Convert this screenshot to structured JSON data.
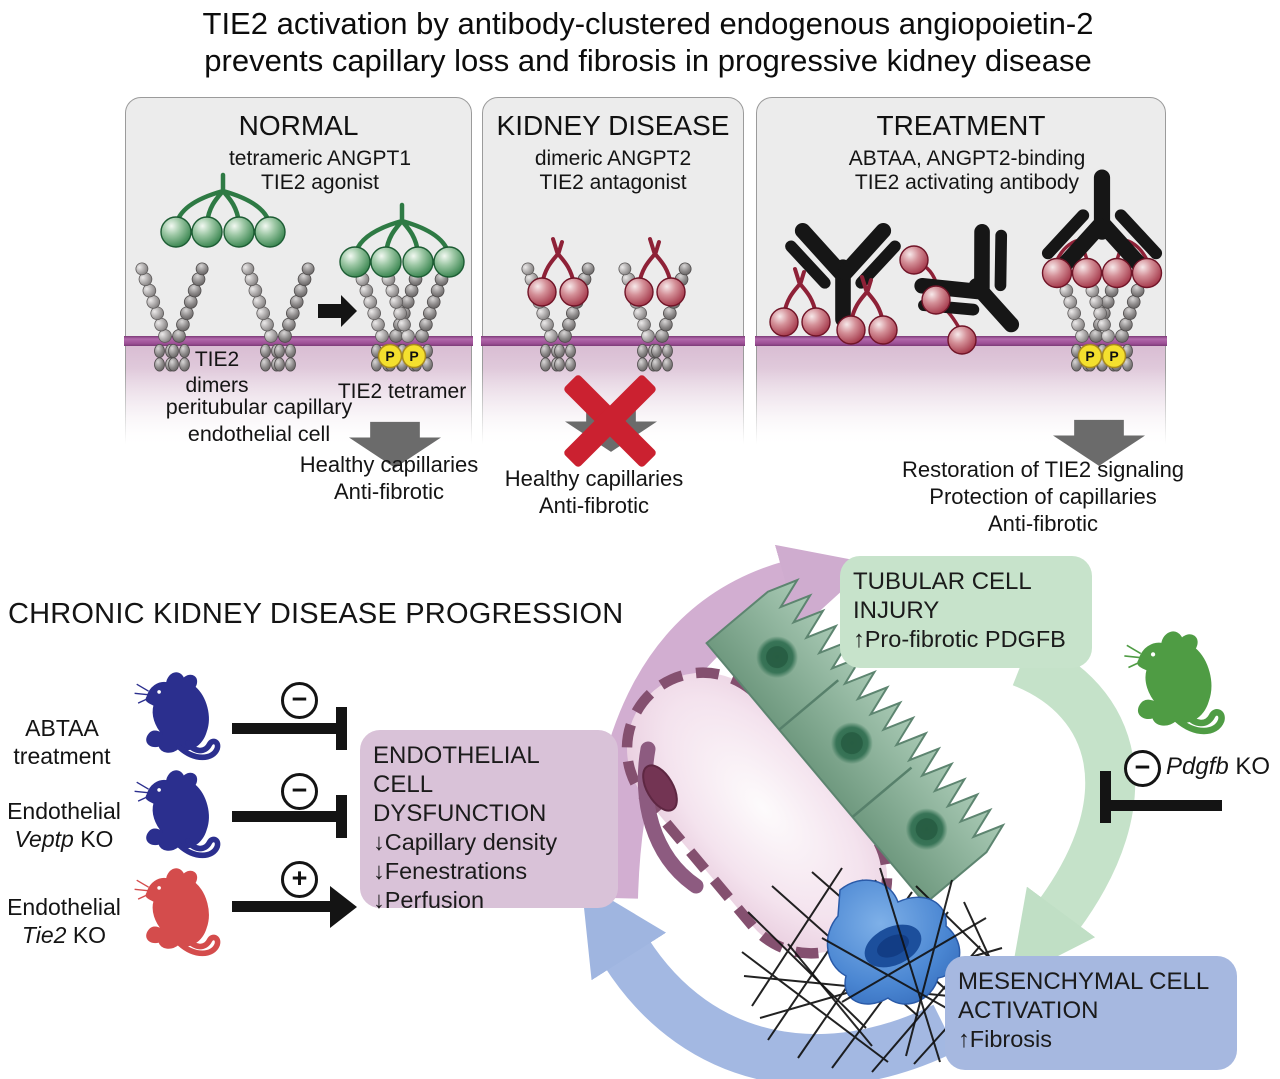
{
  "title": {
    "line1": "TIE2 activation by antibody-clustered endogenous angiopoietin-2",
    "line2": "prevents capillary loss and fibrosis in progressive kidney disease"
  },
  "panels": {
    "normal": {
      "header": "NORMAL",
      "ligand_line1": "tetrameric ANGPT1",
      "ligand_line2": "TIE2 agonist",
      "receptor_label_line1": "TIE2",
      "receptor_label_line2": "dimers",
      "tetramer_label": "TIE2 tetramer",
      "cell_label_line1": "peritubular capillary",
      "cell_label_line2": "endothelial cell",
      "phospho": "P",
      "outcome_line1": "Healthy capillaries",
      "outcome_line2": "Anti-fibrotic"
    },
    "disease": {
      "header": "KIDNEY DISEASE",
      "ligand_line1": "dimeric ANGPT2",
      "ligand_line2": "TIE2 antagonist",
      "outcome_line1": "Healthy capillaries",
      "outcome_line2": "Anti-fibrotic"
    },
    "treatment": {
      "header": "TREATMENT",
      "ligand_line1": "ABTAA, ANGPT2-binding",
      "ligand_line2": "TIE2 activating antibody",
      "phospho": "P",
      "outcome_line1": "Restoration of TIE2 signaling",
      "outcome_line2": "Protection of capillaries",
      "outcome_line3": "Anti-fibrotic"
    }
  },
  "cycle": {
    "heading": "CHRONIC KIDNEY DISEASE PROGRESSION",
    "interventions": [
      {
        "line1": "ABTAA",
        "line2": "treatment",
        "sign": "−"
      },
      {
        "line1": "Endothelial",
        "gene": "Veptp",
        "rest": " KO",
        "sign": "−"
      },
      {
        "line1": "Endothelial",
        "gene": "Tie2",
        "rest": " KO",
        "sign": "+"
      }
    ],
    "endothelial_box": {
      "title1": "ENDOTHELIAL CELL",
      "title2": "DYSFUNCTION",
      "items": [
        {
          "arrow": "↓",
          "text": "Capillary density"
        },
        {
          "arrow": "↓",
          "text": "Fenestrations"
        },
        {
          "arrow": "↓",
          "text": "Perfusion"
        }
      ]
    },
    "tubular_box": {
      "title1": "TUBULAR CELL",
      "title2": "INJURY",
      "item": {
        "arrow": "↑",
        "text": "Pro-fibrotic PDGFB"
      }
    },
    "mesenchymal_box": {
      "title1": "MESENCHYMAL CELL",
      "title2": "ACTIVATION",
      "item": {
        "arrow": "↑",
        "text": "Fibrosis"
      }
    },
    "pdgfb_ko": {
      "sign": "−",
      "gene": "Pdgfb",
      "rest": " KO"
    }
  },
  "colors": {
    "membrane_purple": "#9c4f95",
    "angpt1_green": "#3c8752",
    "angpt2_red": "#a53a4c",
    "antibody_black": "#161616",
    "phospho_yellow": "#f4e02e",
    "mouse_blue": "#2b2f8e",
    "mouse_red": "#d44c4c",
    "mouse_green": "#4f9c44",
    "endothelial_box_pink": "#d9c2d8",
    "tubular_box_green": "#c7e3cb",
    "mesenchymal_box_blue": "#a6b8e0",
    "arrow_pink": "#d2aed1",
    "arrow_green": "#c5e2c9",
    "arrow_blue": "#a3b8e2",
    "cross_red": "#cb2130",
    "gray_arrow": "#6b6b6b"
  }
}
